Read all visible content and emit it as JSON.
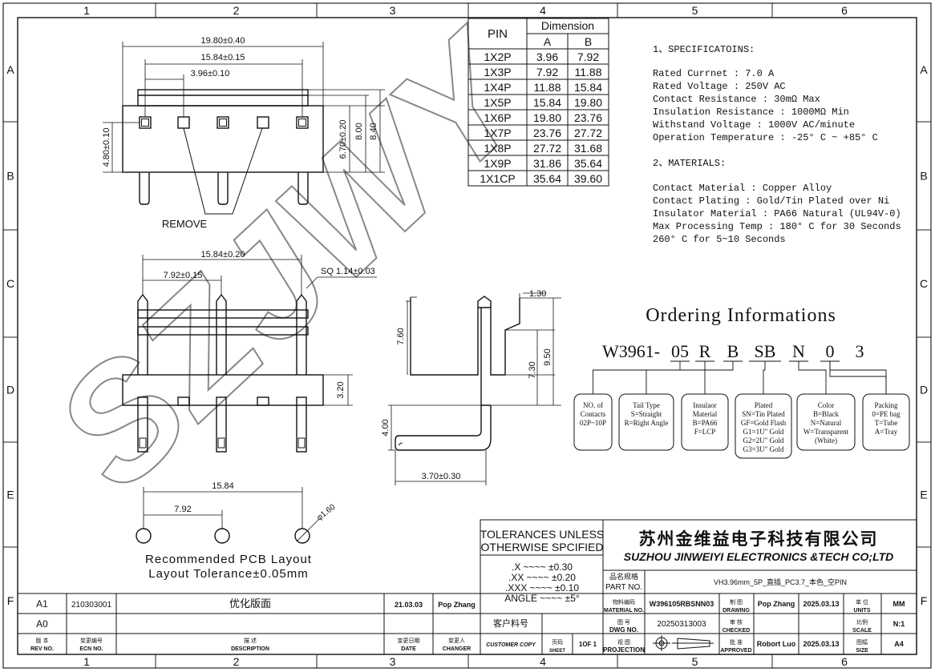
{
  "border": {
    "cols": [
      "1",
      "2",
      "3",
      "4",
      "5",
      "6"
    ],
    "rows": [
      "A",
      "B",
      "C",
      "D",
      "E",
      "F"
    ]
  },
  "dimension_table": {
    "header_pin": "PIN",
    "header_dimension": "Dimension",
    "header_a": "A",
    "header_b": "B",
    "rows": [
      {
        "pin": "1X2P",
        "a": "3.96",
        "b": "7.92"
      },
      {
        "pin": "1X3P",
        "a": "7.92",
        "b": "11.88"
      },
      {
        "pin": "1X4P",
        "a": "11.88",
        "b": "15.84"
      },
      {
        "pin": "1X5P",
        "a": "15.84",
        "b": "19.80"
      },
      {
        "pin": "1X6P",
        "a": "19.80",
        "b": "23.76"
      },
      {
        "pin": "1X7P",
        "a": "23.76",
        "b": "27.72"
      },
      {
        "pin": "1X8P",
        "a": "27.72",
        "b": "31.68"
      },
      {
        "pin": "1X9P",
        "a": "31.86",
        "b": "35.64"
      },
      {
        "pin": "1X1CP",
        "a": "35.64",
        "b": "39.60"
      }
    ]
  },
  "specs": {
    "title1": "1、SPECIFICATOINS:",
    "lines1": [
      "Rated  Currnet : 7.0 A",
      "Rated  Voltage : 250V AC",
      "Contact   Resistance   : 30mΩ  Max",
      "Insulation Resistance  : 1000MΩ Min",
      "Withstand   Voltage    : 1000V AC/minute",
      "Operation  Temperature : -25° C ~ +85° C"
    ],
    "title2": "2、MATERIALS:",
    "lines2": [
      "Contact  Material   : Copper Alloy",
      "Contact  Plating    : Gold/Tin Plated over Ni",
      "Insulator Material  : PA66  Natural (UL94V-0)",
      "Max Processing Temp : 180° C for 30 Seconds",
      "                      260° C for 5~10 Seconds"
    ]
  },
  "ordering": {
    "title": "Ordering Informations",
    "code_prefix": "W3961-",
    "code_parts": [
      "05",
      "R",
      "B",
      "SB",
      "N",
      "0",
      "3"
    ],
    "boxes": [
      [
        "NO. of",
        "Contacts",
        "02P~10P"
      ],
      [
        "Tail Type",
        "S=Straight",
        "R=Right Angle"
      ],
      [
        "Insulaor",
        "Material",
        "B=PA66",
        "F=LCP"
      ],
      [
        "Plated",
        "SN=Tin Plated",
        "GF=Gold Flash",
        "G1=1U\" Gold",
        "G2=2U\" Gold",
        "G3=3U\" Gold"
      ],
      [
        "Color",
        "B=Black",
        "N=Natural",
        "W=Transparent",
        "(White)"
      ],
      [
        "Packing",
        "0=PE bag",
        "T=Tube",
        "A=Tray"
      ]
    ]
  },
  "dims": {
    "top_overall": "19.80±0.40",
    "top_span": "15.84±0.15",
    "top_pitch": "3.96±0.10",
    "top_left_h": "4.80±0.10",
    "top_r1": "6.70±0.20",
    "top_r2": "8.00",
    "top_r3": "8.40",
    "remove": "REMOVE",
    "front_span": "15.84±0.20",
    "front_pitch": "7.92±0.15",
    "front_sq": "SQ 1.14±0.03",
    "front_h": "3.20",
    "side_w": "1.30",
    "side_760": "7.60",
    "side_730": "7.30",
    "side_950": "9.50",
    "side_400": "4.00",
    "side_370": "3.70±0.30",
    "pcb_span": "15.84",
    "pcb_pitch": "7.92",
    "pcb_hole": "φ1.60",
    "pcb_title": "Recommended PCB Layout",
    "pcb_tol": "Layout Tolerance±0.05mm"
  },
  "watermark": "SZJWY",
  "title_block": {
    "tolerance_title1": "TOLERANCES UNLESS",
    "tolerance_title2": "OTHERWISE SPCIFIED",
    "tol_lines": [
      ".X  ~~~~  ±0.30",
      ".XX  ~~~~  ±0.20",
      ".XXX  ~~~~  ±0.10",
      "ANGLE  ~~~~  ±5°"
    ],
    "company_cn": "苏州金维益电子科技有限公司",
    "company_en": "SUZHOU JINWEIYI ELECTRONICS &TECH CO;LTD",
    "part_label_cn": "品名规格",
    "part_label_en": "PART NO.",
    "part_value": "VH3.96mm_5P_直插_PC3.7_本色_空PIN",
    "material_label_cn": "物料编码",
    "material_label_en": "MATERIAL NO.",
    "material_value": "W396105RBSNN03",
    "drawing_label_cn": "制 图",
    "drawing_label_en": "DRAWING",
    "drawing_value": "Pop Zhang",
    "drawing_date": "2025.03.13",
    "units_label_cn": "单 位",
    "units_label_en": "UNITS",
    "units_value": "MM",
    "customer_part": "客户料号",
    "dwg_label_cn": "图 号",
    "dwg_label_en": "DWG NO.",
    "dwg_value": "20250313003",
    "checked_label_cn": "审 核",
    "checked_label_en": "CHECKED",
    "scale_label_cn": "比例",
    "scale_label_en": "SCALE",
    "scale_value": "N:1",
    "customer_copy": "CUSTOMER COPY",
    "sheet_label_cn": "页码",
    "sheet_label_en": "SHEET",
    "sheet_value": "1OF 1",
    "proj_label_cn": "视 图",
    "proj_label_en": "PROJECTION",
    "approved_label_cn": "批 准",
    "approved_label_en": "APPROVED",
    "approved_value": "Robort Luo",
    "approved_date": "2025.03.13",
    "size_label_cn": "图幅",
    "size_label_en": "SIZE",
    "size_value": "A4",
    "rev_rows": [
      {
        "rev": "A1",
        "ecn": "210303001",
        "desc": "优化版面",
        "date": "21.03.03",
        "changer": "Pop Zhang"
      },
      {
        "rev": "A0",
        "ecn": "",
        "desc": "",
        "date": "",
        "changer": ""
      }
    ],
    "rev_hdr": {
      "rev_cn": "版 本",
      "rev_en": "REV NO.",
      "ecn_cn": "变更编号",
      "ecn_en": "ECN  NO.",
      "desc_cn": "描 述",
      "desc_en": "DESCRIPTION",
      "date_cn": "变更日期",
      "date_en": "DATE",
      "changer_cn": "变更人",
      "changer_en": "CHANGER"
    }
  }
}
